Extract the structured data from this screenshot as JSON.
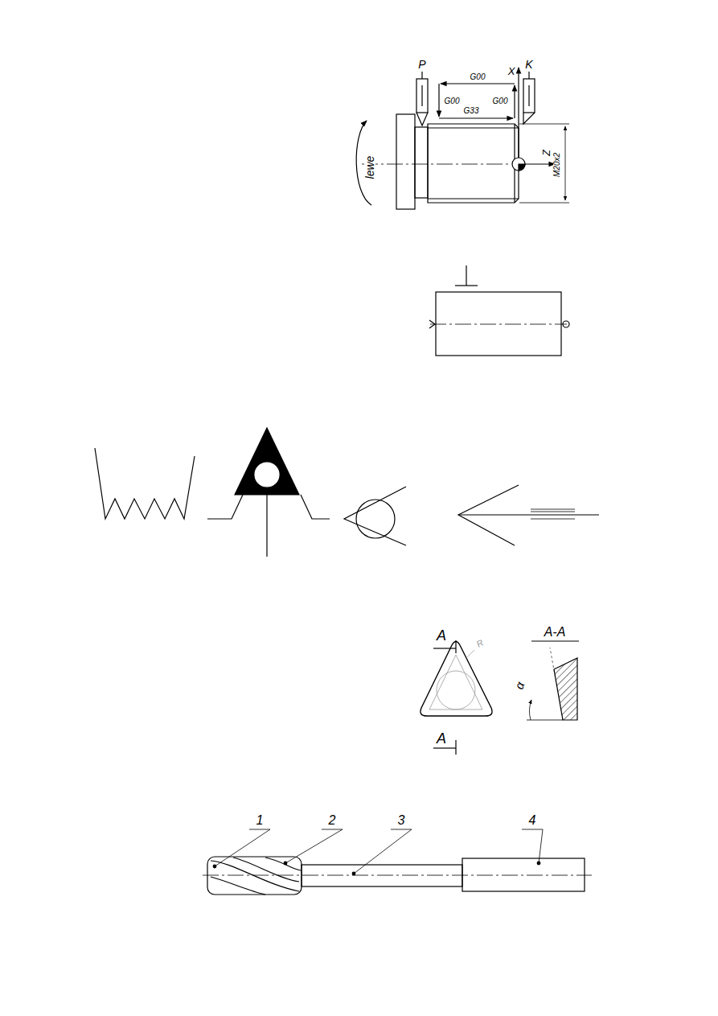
{
  "diagram": {
    "labels": [
      "P",
      "X",
      "K",
      "G00",
      "G00",
      "G00",
      "G33",
      "lewe",
      "Z",
      "M20x2",
      "A",
      "R",
      "A-A",
      "α",
      "A",
      "1",
      "2",
      "3",
      "4"
    ]
  }
}
